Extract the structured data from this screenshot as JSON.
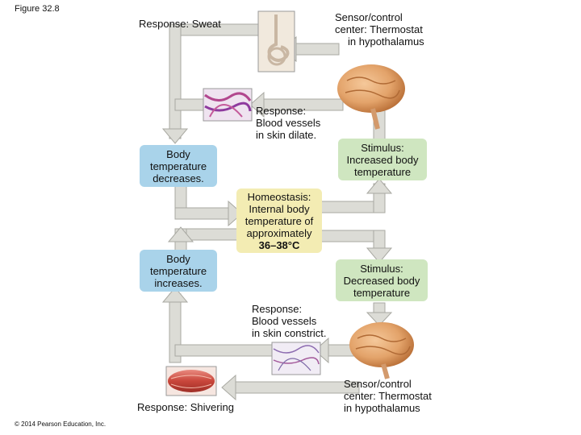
{
  "figure_label": "Figure 32.8",
  "copyright": "© 2014 Pearson Education, Inc.",
  "labels": {
    "response_sweat": "Response: Sweat",
    "sensor_top": [
      "Sensor/control",
      "center: Thermostat",
      "in hypothalamus"
    ],
    "response_dilate": [
      "Response:",
      "Blood vessels",
      "in skin dilate."
    ],
    "stimulus_increased": [
      "Stimulus:",
      "Increased body",
      "temperature"
    ],
    "body_decreases": [
      "Body",
      "temperature",
      "decreases."
    ],
    "homeostasis": [
      "Homeostasis:",
      "Internal body",
      "temperature of",
      "approximately",
      "36–38°C"
    ],
    "body_increases": [
      "Body",
      "temperature",
      "increases."
    ],
    "stimulus_decreased": [
      "Stimulus:",
      "Decreased body",
      "temperature"
    ],
    "response_constrict": [
      "Response:",
      "Blood vessels",
      "in skin constrict."
    ],
    "response_shivering": "Response: Shivering",
    "sensor_bottom": [
      "Sensor/control",
      "center: Thermostat",
      "in hypothalamus"
    ]
  },
  "colors": {
    "arrow": "#dcdcd6",
    "arrow_edge": "#a9a9a2",
    "blue_box": "#a9d3ea",
    "green_box": "#cfe6c0",
    "yellow_box": "#f3ecb3",
    "brain": "#e3a36a"
  }
}
